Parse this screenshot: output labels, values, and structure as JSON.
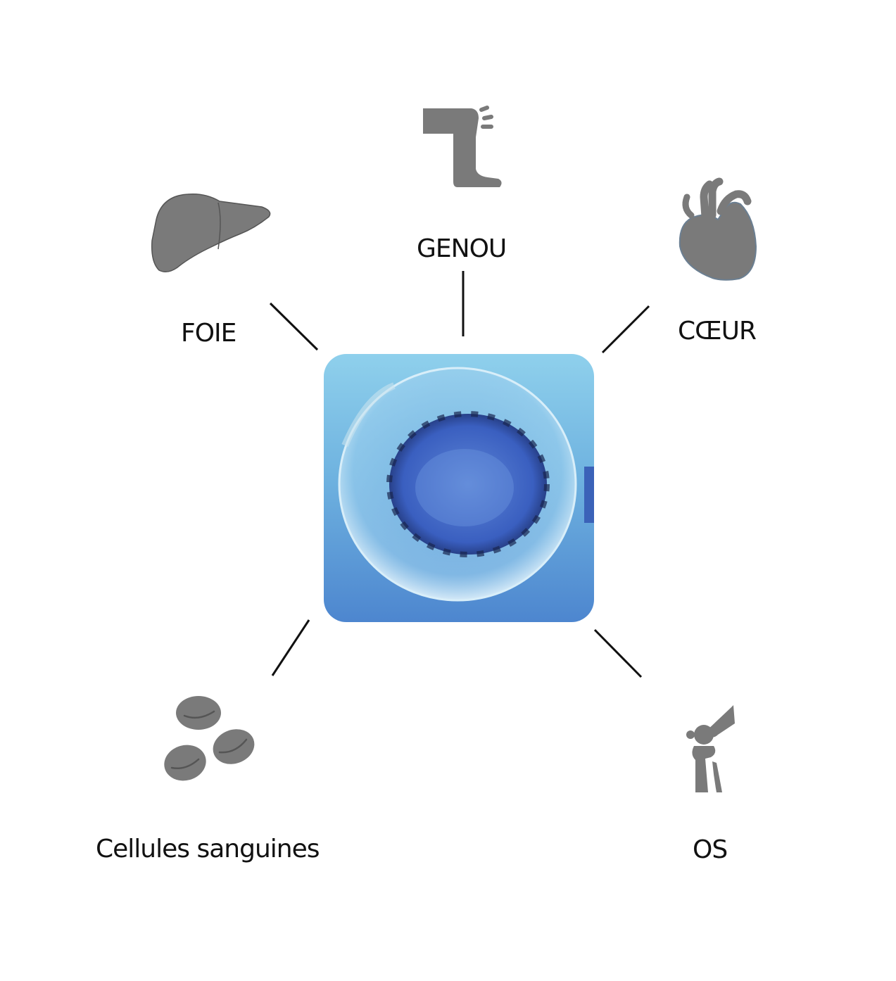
{
  "labels": {
    "knee": "GENOU",
    "liver": "FOIE",
    "heart": "CŒUR",
    "blood": "Cellules sanguines",
    "bone": "OS"
  },
  "colors": {
    "icon": "#7a7a7a",
    "line": "#111111",
    "cell_light": "#8fd0ec",
    "cell_dark": "#4d86cf"
  }
}
